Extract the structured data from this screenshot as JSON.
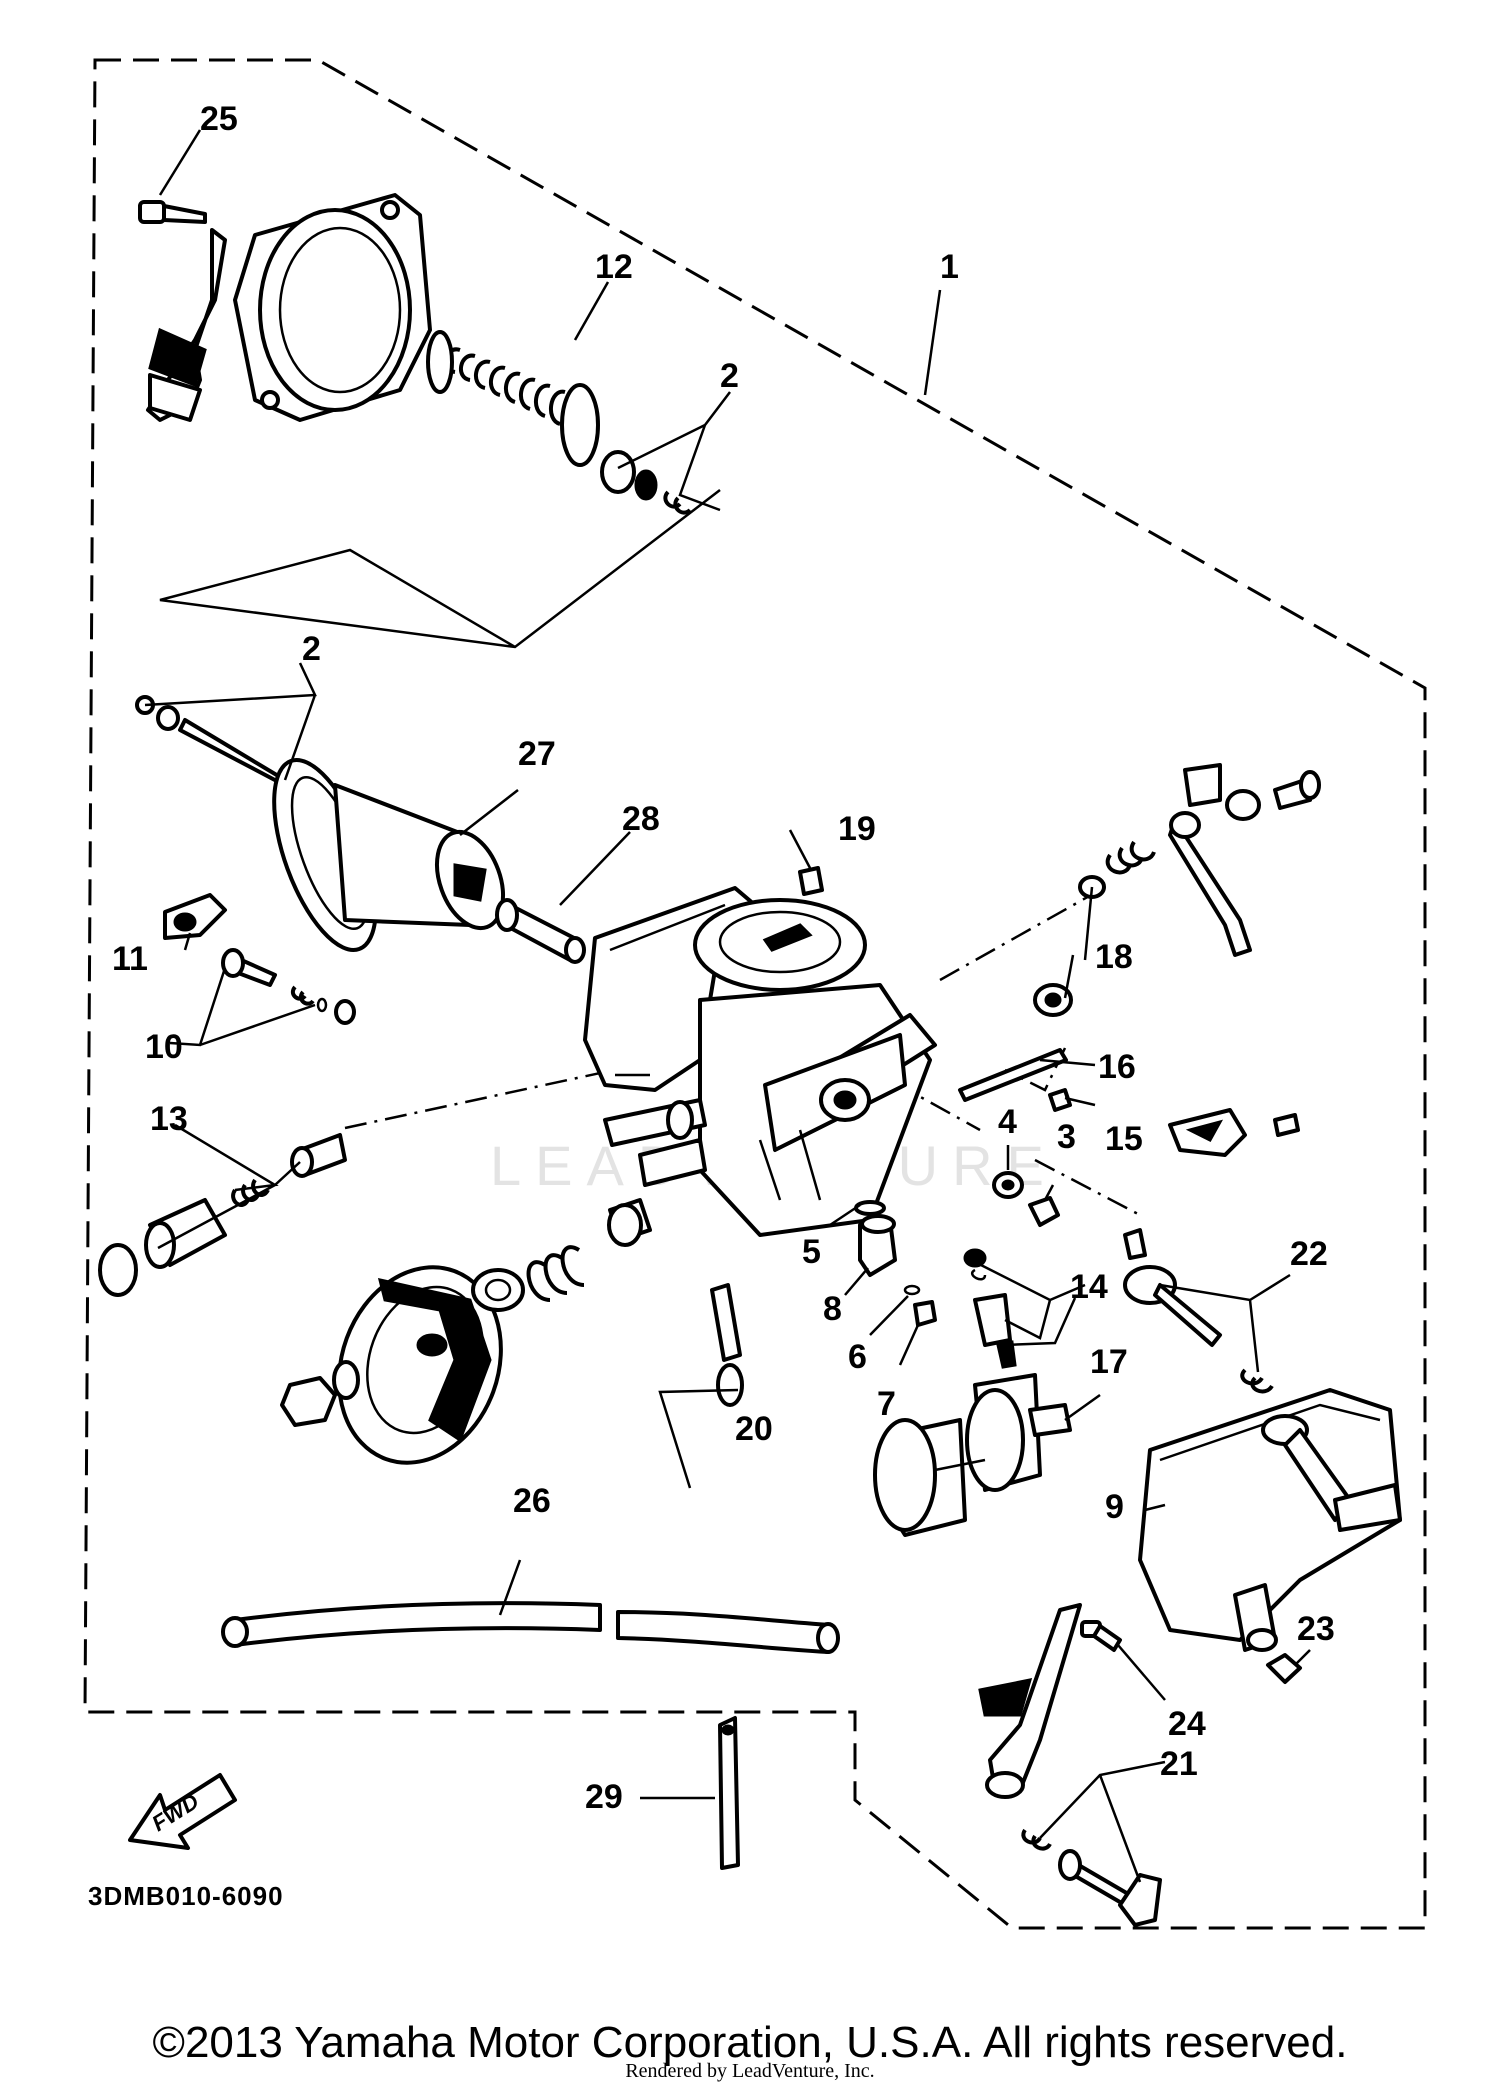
{
  "diagram": {
    "part_callouts": [
      "1",
      "2",
      "2",
      "3",
      "4",
      "5",
      "6",
      "7",
      "8",
      "9",
      "10",
      "11",
      "12",
      "13",
      "14",
      "15",
      "16",
      "17",
      "18",
      "19",
      "20",
      "21",
      "22",
      "23",
      "24",
      "25",
      "26",
      "27",
      "28",
      "29"
    ],
    "diagram_code": "3DMB010-6090",
    "fwd_label": "FWD",
    "watermark": "LEADVENTURE"
  },
  "footer": {
    "copyright": "©2013 Yamaha Motor Corporation, U.S.A. All rights reserved.",
    "rendered_by": "Rendered by LeadVenture, Inc."
  }
}
